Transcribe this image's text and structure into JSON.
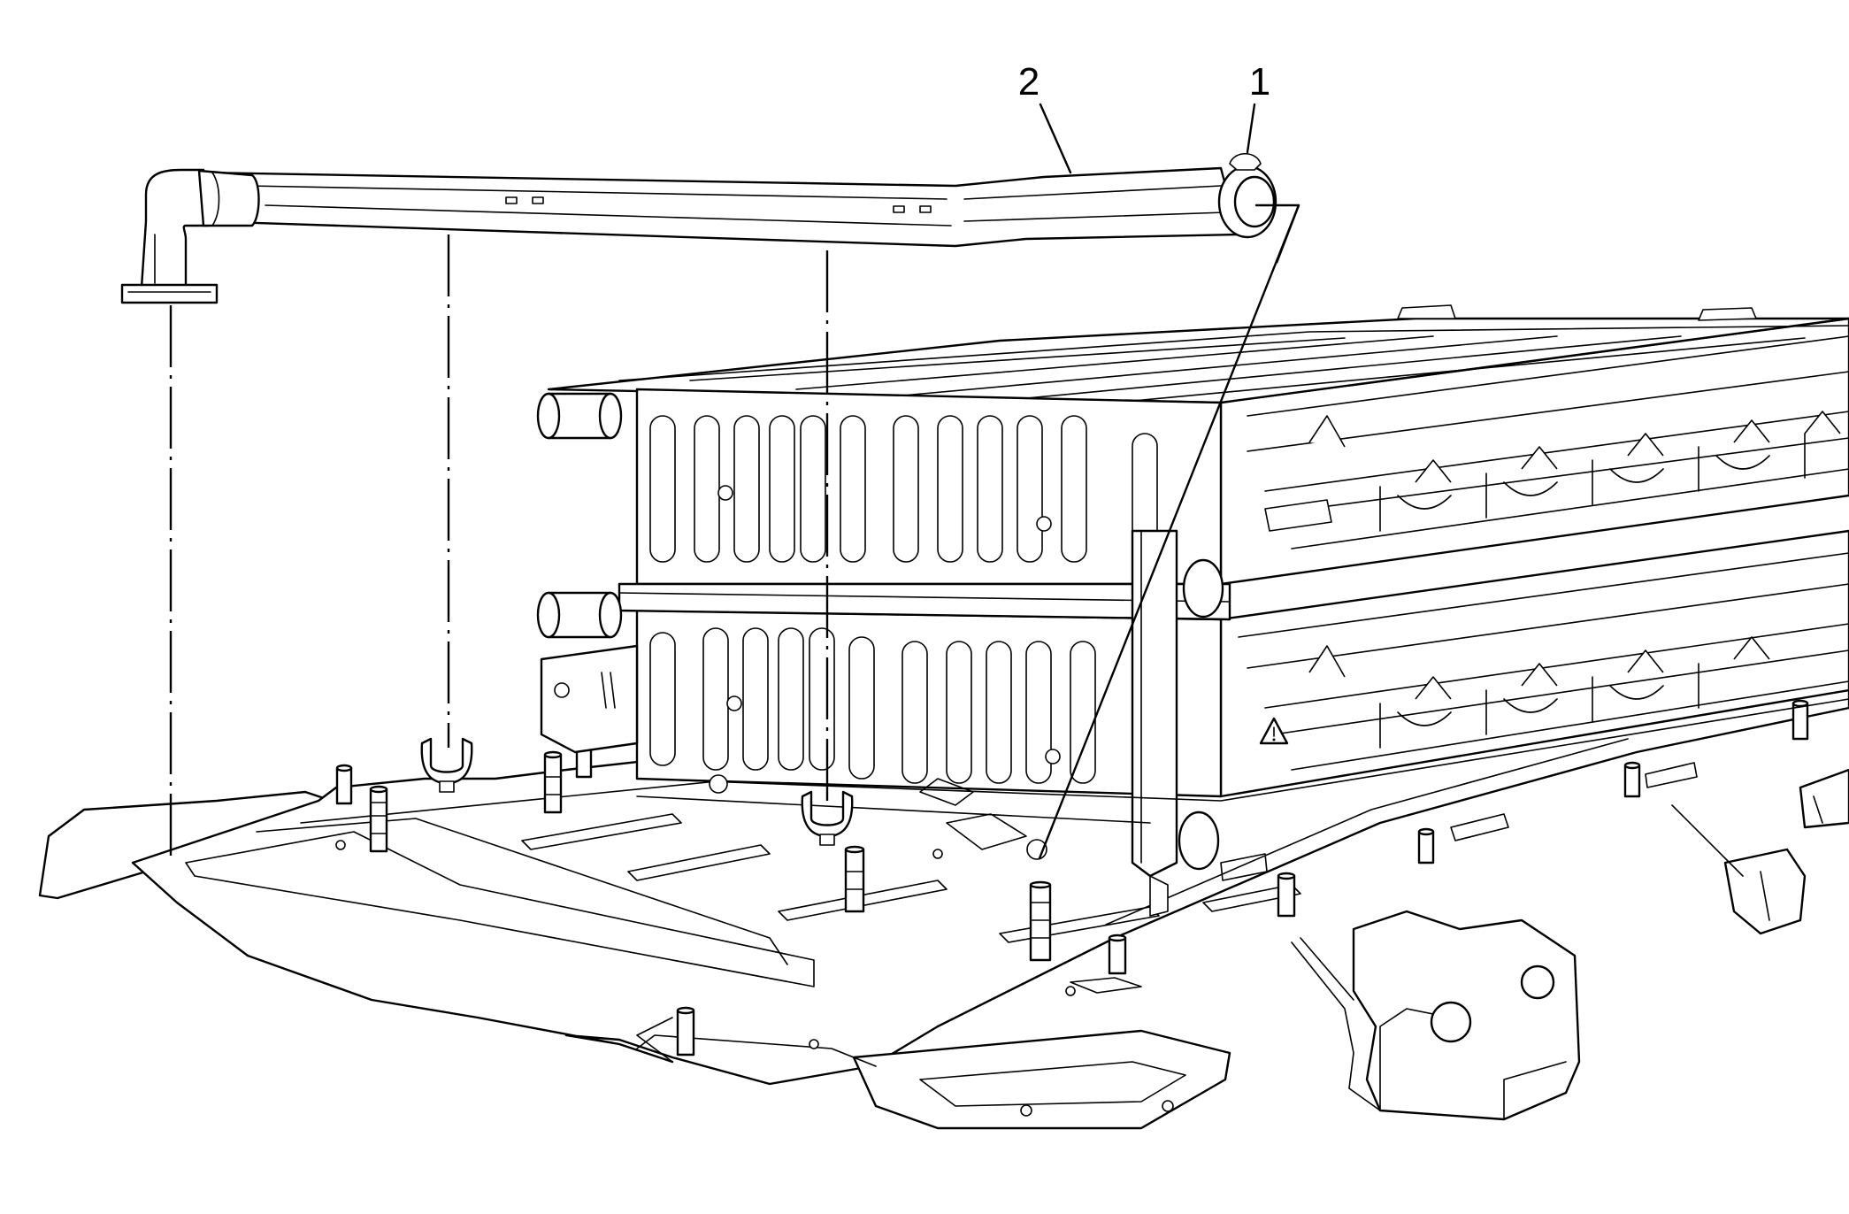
{
  "callouts": [
    {
      "id": "1",
      "label": "1"
    },
    {
      "id": "2",
      "label": "2"
    }
  ],
  "icons": [
    "warning-triangle-icon"
  ]
}
